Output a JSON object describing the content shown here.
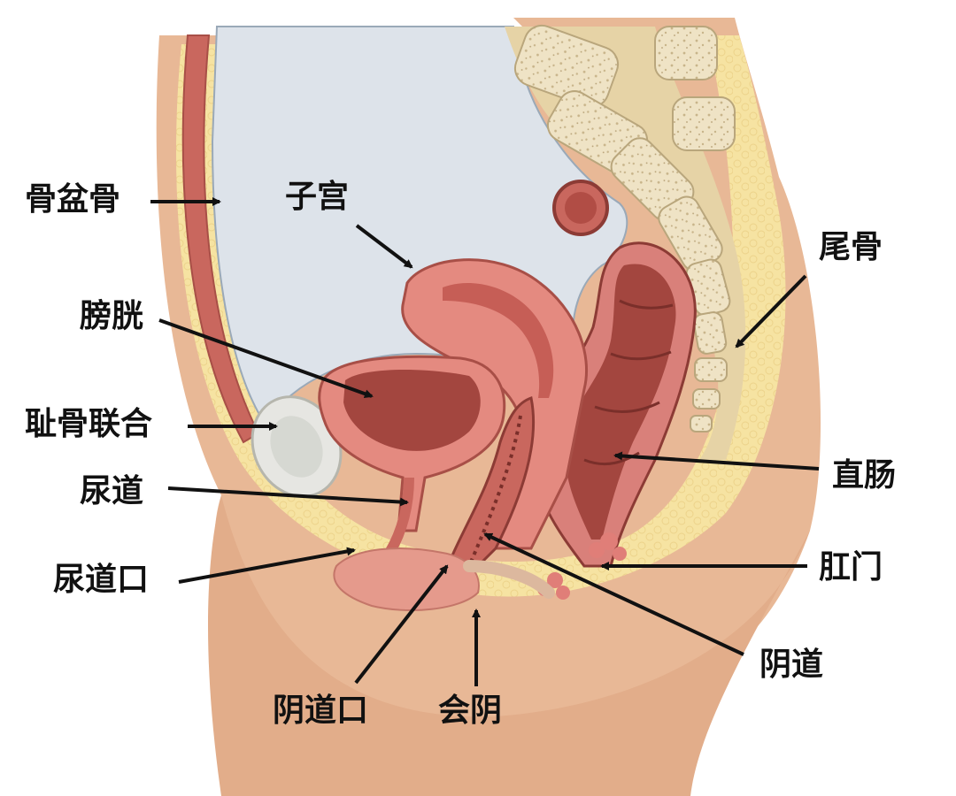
{
  "labels": {
    "pelvic_bone": "骨盆骨",
    "uterus": "子宫",
    "coccyx": "尾骨",
    "bladder": "膀胱",
    "pubic_symphysis": "耻骨联合",
    "rectum": "直肠",
    "urethra": "尿道",
    "anus": "肛门",
    "urethral_opening": "尿道口",
    "vagina": "阴道",
    "vaginal_opening": "阴道口",
    "perineum": "会阴"
  },
  "colors": {
    "skin": "#e8b896",
    "fat": "#f6e3a2",
    "muscle_pink": "#e48a80",
    "organ_dark": "#a3463f",
    "cavity": "#dde3ea",
    "bone": "#efe3c5",
    "arrow": "#111111"
  }
}
